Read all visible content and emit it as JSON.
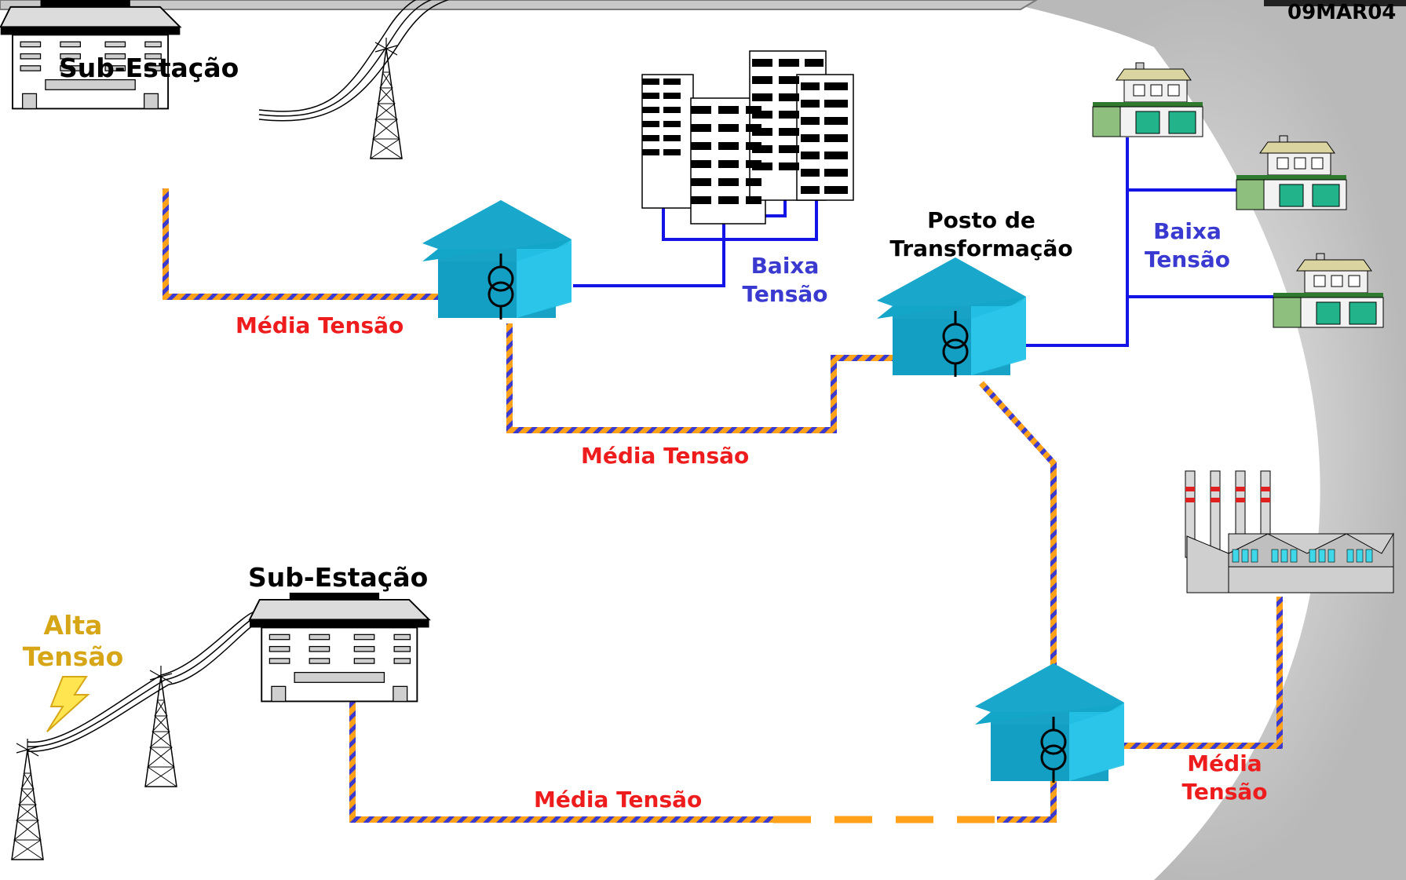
{
  "header": {
    "code": "09MAR04"
  },
  "substations": [
    {
      "label": "Sub-Estação"
    },
    {
      "label": "Sub-Estação"
    }
  ],
  "transformer_post": {
    "label_line1": "Posto de",
    "label_line2": "Transformação"
  },
  "voltage_labels": {
    "medium": "Média Tensão",
    "medium_line1": "Média",
    "tension": "Tensão",
    "low_line1": "Baixa",
    "high_line1": "Alta"
  },
  "colors": {
    "medium_voltage_cable": [
      "#ffa21a",
      "#3a3ad0"
    ],
    "low_voltage_line": "#1414e6",
    "transformer_building": "#13a6c8",
    "medium_label": "#ee1c1c",
    "low_label": "#3a3ad0",
    "high_label": "#d6a617"
  }
}
